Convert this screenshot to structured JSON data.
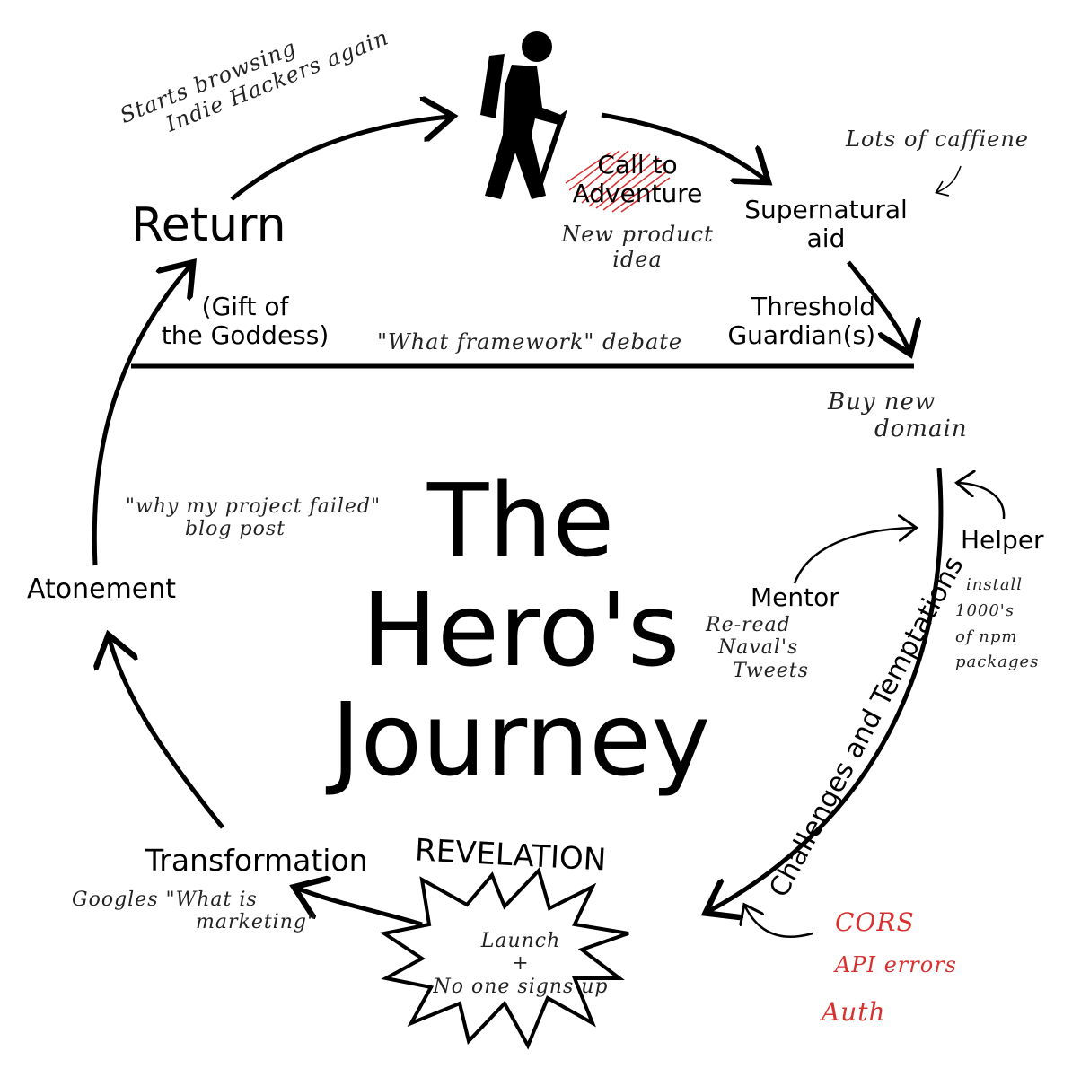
{
  "diagram": {
    "title": {
      "line1": "The",
      "line2": "Hero's",
      "line3": "Journey"
    },
    "stages": {
      "call_to_adventure_line1": "Call to",
      "call_to_adventure_line2": "Adventure",
      "supernatural_aid_line1": "Supernatural",
      "supernatural_aid_line2": "aid",
      "threshold_guardians_line1": "Threshold",
      "threshold_guardians_line2": "Guardian(s)",
      "return": "Return",
      "gift_line1": "(Gift of",
      "gift_line2": "the Goddess)",
      "atonement": "Atonement",
      "helper": "Helper",
      "mentor": "Mentor",
      "challenges": "Challenges and Temptations",
      "transformation": "Transformation",
      "revelation": "REVELATION"
    },
    "notes": {
      "starts_browsing_line1": "Starts browsing",
      "starts_browsing_line2": "Indie Hackers again",
      "new_product_line1": "New product",
      "new_product_line2": "idea",
      "caffeine": "Lots of caffiene",
      "framework_debate": "\"What framework\" debate",
      "buy_domain_line1": "Buy new",
      "buy_domain_line2": "domain",
      "blog_post_line1": "\"why my project failed\"",
      "blog_post_line2": "blog post",
      "naval_line1": "Re-read",
      "naval_line2": "Naval's",
      "naval_line3": "Tweets",
      "npm_line1": "install",
      "npm_line2": "1000's",
      "npm_line3": "of npm",
      "npm_line4": "packages",
      "googles_line1": "Googles \"What is",
      "googles_line2": "marketing\"",
      "launch_line1": "Launch",
      "launch_line2": "+",
      "launch_line3": "No one signs up",
      "cors": "CORS",
      "api_errors": "API errors",
      "auth": "Auth"
    },
    "colors": {
      "ink": "#000000",
      "red_ink": "#d6302f"
    },
    "icons": {
      "hiker": "hiker-icon",
      "starburst": "starburst-shape"
    }
  }
}
